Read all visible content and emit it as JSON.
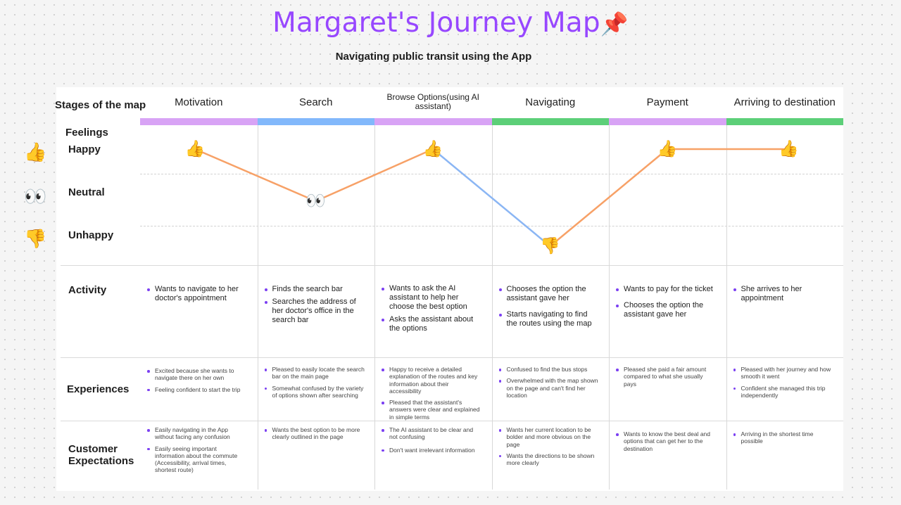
{
  "header": {
    "title": "Margaret's Journey Map",
    "title_icon": "📌",
    "subtitle": "Navigating  public transit using the App"
  },
  "rows": {
    "stages_label": "Stages of the map",
    "feelings_label": "Feelings",
    "activity_label": "Activity",
    "experiences_label": "Experiences",
    "expectations_label": "Customer Expectations"
  },
  "feelings_scale": [
    {
      "label": "Happy",
      "icon": "👍",
      "icon_name": "thumbs-up-icon"
    },
    {
      "label": "Neutral",
      "icon": "👀",
      "icon_name": "eyes-icon"
    },
    {
      "label": "Unhappy",
      "icon": "👎",
      "icon_name": "thumbs-down-icon"
    }
  ],
  "stages": [
    {
      "name": "Motivation",
      "color": "#d8a3f5",
      "feeling": "Happy",
      "activity": [
        "Wants to navigate to her doctor's appointment"
      ],
      "experiences": [
        "Excited because she wants to navigate there on her own",
        "Feeling confident to start the trip"
      ],
      "expectations": [
        "Easily navigating in the App without facing any confusion",
        "Easily seeing important information about the commute (Accessibility, arrival times, shortest route)"
      ]
    },
    {
      "name": "Search",
      "color": "#82b8fb",
      "feeling": "Neutral",
      "activity": [
        "Finds the search bar",
        "Searches the address of her doctor's office in the search bar"
      ],
      "experiences": [
        "Pleased to easily locate the search bar on the main page",
        "Somewhat confused by the variety of options shown after searching"
      ],
      "expectations": [
        "Wants the best option to be more clearly outlined in the page"
      ]
    },
    {
      "name": "Browse Options(using AI assistant)",
      "color": "#d8a3f5",
      "feeling": "Happy",
      "activity": [
        "Wants to ask the AI assistant to help her choose the best option",
        "Asks the assistant about the options"
      ],
      "experiences": [
        "Happy to receive a detailed explanation of the routes and key information about their accessibility",
        "Pleased that the assistant's answers were clear and explained in simple terms"
      ],
      "expectations": [
        "The AI assistant to be clear and not confusing",
        "Don't want irrelevant information"
      ]
    },
    {
      "name": "Navigating",
      "color": "#5ccf78",
      "feeling": "Unhappy",
      "activity": [
        "Chooses the option the assistant gave her",
        "Starts navigating to find the routes using the map"
      ],
      "experiences": [
        "Confused to find the bus stops",
        "Overwhelmed with the map shown on the page and can't find her location"
      ],
      "expectations": [
        "Wants her current location to be bolder and more obvious on the page",
        "Wants the directions to be shown more clearly"
      ]
    },
    {
      "name": "Payment",
      "color": "#d8a3f5",
      "feeling": "Happy",
      "activity": [
        "Wants to pay for the ticket",
        "Chooses the option the assistant gave her"
      ],
      "experiences": [
        "Pleased she paid a fair amount compared to what she usually pays"
      ],
      "expectations": [
        "Wants to know the best deal and options that can get her to the destination"
      ]
    },
    {
      "name": "Arriving to destination",
      "color": "#5ccf78",
      "feeling": "Happy",
      "activity": [
        "She arrives to her appointment"
      ],
      "experiences": [
        "Pleased with her journey and how smooth it went",
        "Confident she managed this trip independently"
      ],
      "expectations": [
        "Arriving in the shortest time possible"
      ]
    }
  ],
  "curve_colors": [
    "#f7a167",
    "#f7a167",
    "#8bb6f4",
    "#f7a167",
    "#f7a167"
  ]
}
